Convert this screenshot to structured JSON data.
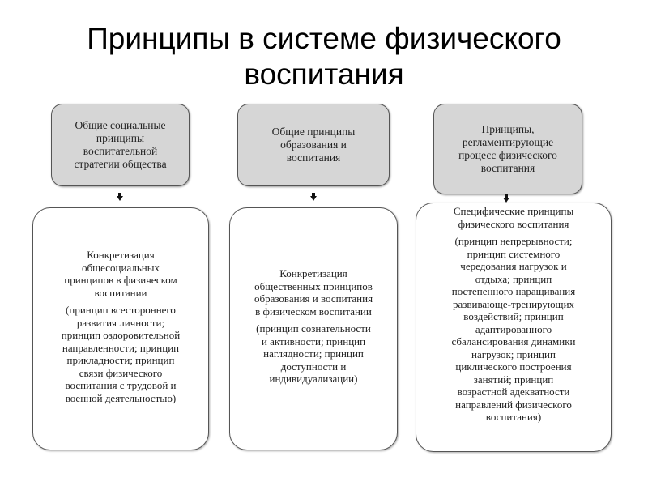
{
  "title": "Принципы в системе физического\nвоспитания",
  "columns": [
    {
      "header": "Общие социальные\nпринципы\nвоспитательной\nстратегии общества",
      "heading": "Конкретизация\nобщесоциальных\nпринципов в физическом\nвоспитании",
      "details": "(принцип всестороннего\nразвития личности;\nпринцип оздоровительной\nнаправленности; принцип\nприкладности; принцип\nсвязи физического\nвоспитания с трудовой и\nвоенной деятельностью)"
    },
    {
      "header": "Общие принципы\nобразования и\nвоспитания",
      "heading": "Конкретизация\nобщественных принципов\nобразования и воспитания\nв физическом воспитании",
      "details": "(принцип сознательности\nи активности; принцип\nнаглядности; принцип\nдоступности и\nиндивидуализации)"
    },
    {
      "header": "Принципы,\nрегламентирующие\nпроцесс физического\nвоспитания",
      "heading": "Специфические принципы\nфизического воспитания",
      "details": "(принцип непрерывности;\nпринцип системного\nчередования нагрузок и\nотдыха; принцип\nпостепенного наращивания\nразвивающе-тренирующих\nвоздействий; принцип\nадаптированного\nсбалансирования динамики\nнагрузок; принцип\nциклического построения\nзанятий; принцип\nвозрастной адекватности\nнаправлений физического\nвоспитания)"
    }
  ]
}
